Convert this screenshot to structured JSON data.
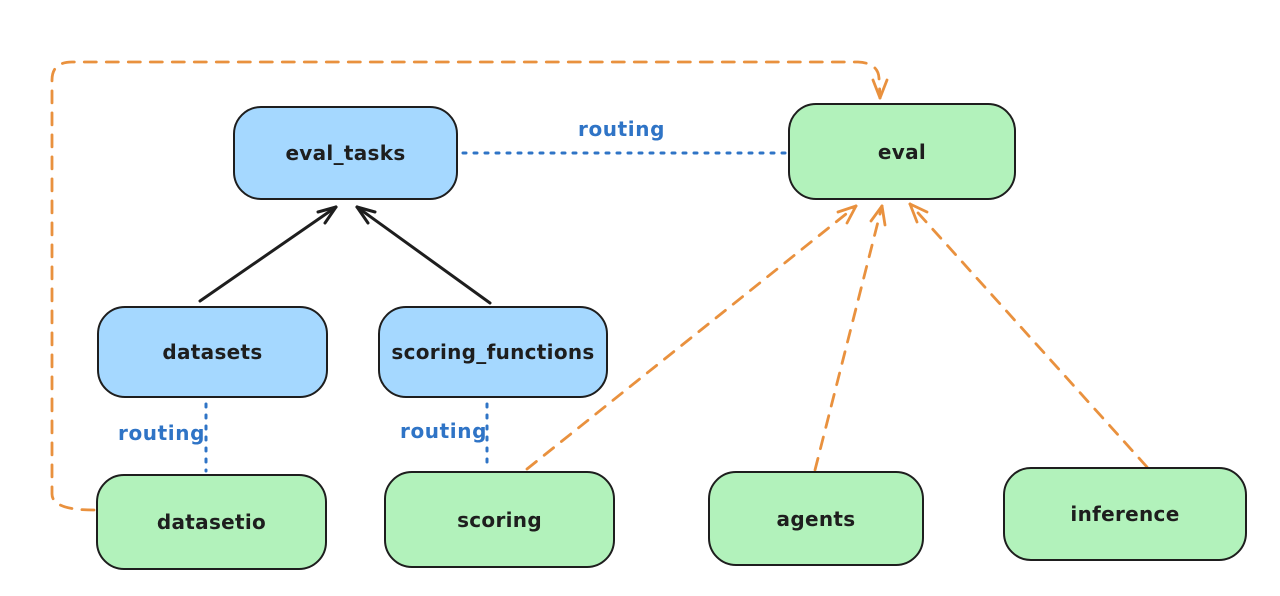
{
  "colors": {
    "node_blue_fill": "#a5d8ff",
    "node_green_fill": "#b2f2bb",
    "stroke_dark": "#1e1e1e",
    "edge_orange": "#e9913e",
    "edge_blue": "#2f74c6"
  },
  "nodes": {
    "eval_tasks": {
      "label": "eval_tasks",
      "fill": "blue"
    },
    "eval": {
      "label": "eval",
      "fill": "green"
    },
    "datasets": {
      "label": "datasets",
      "fill": "blue"
    },
    "scoring_functions": {
      "label": "scoring_functions",
      "fill": "blue"
    },
    "datasetio": {
      "label": "datasetio",
      "fill": "green"
    },
    "scoring": {
      "label": "scoring",
      "fill": "green"
    },
    "agents": {
      "label": "agents",
      "fill": "green"
    },
    "inference": {
      "label": "inference",
      "fill": "green"
    }
  },
  "edges": [
    {
      "from": "datasets",
      "to": "eval_tasks",
      "style": "solid-arrow",
      "color": "black",
      "label": ""
    },
    {
      "from": "scoring_functions",
      "to": "eval_tasks",
      "style": "solid-arrow",
      "color": "black",
      "label": ""
    },
    {
      "from": "eval_tasks",
      "to": "eval",
      "style": "dotted-line",
      "color": "blue",
      "label": "routing"
    },
    {
      "from": "datasets",
      "to": "datasetio",
      "style": "dotted-line",
      "color": "blue",
      "label": "routing"
    },
    {
      "from": "scoring_functions",
      "to": "scoring",
      "style": "dotted-line",
      "color": "blue",
      "label": "routing"
    },
    {
      "from": "datasetio",
      "to": "eval",
      "style": "dashed-arrow",
      "color": "orange",
      "label": ""
    },
    {
      "from": "scoring",
      "to": "eval",
      "style": "dashed-arrow",
      "color": "orange",
      "label": ""
    },
    {
      "from": "agents",
      "to": "eval",
      "style": "dashed-arrow",
      "color": "orange",
      "label": ""
    },
    {
      "from": "inference",
      "to": "eval",
      "style": "dashed-arrow",
      "color": "orange",
      "label": ""
    }
  ]
}
